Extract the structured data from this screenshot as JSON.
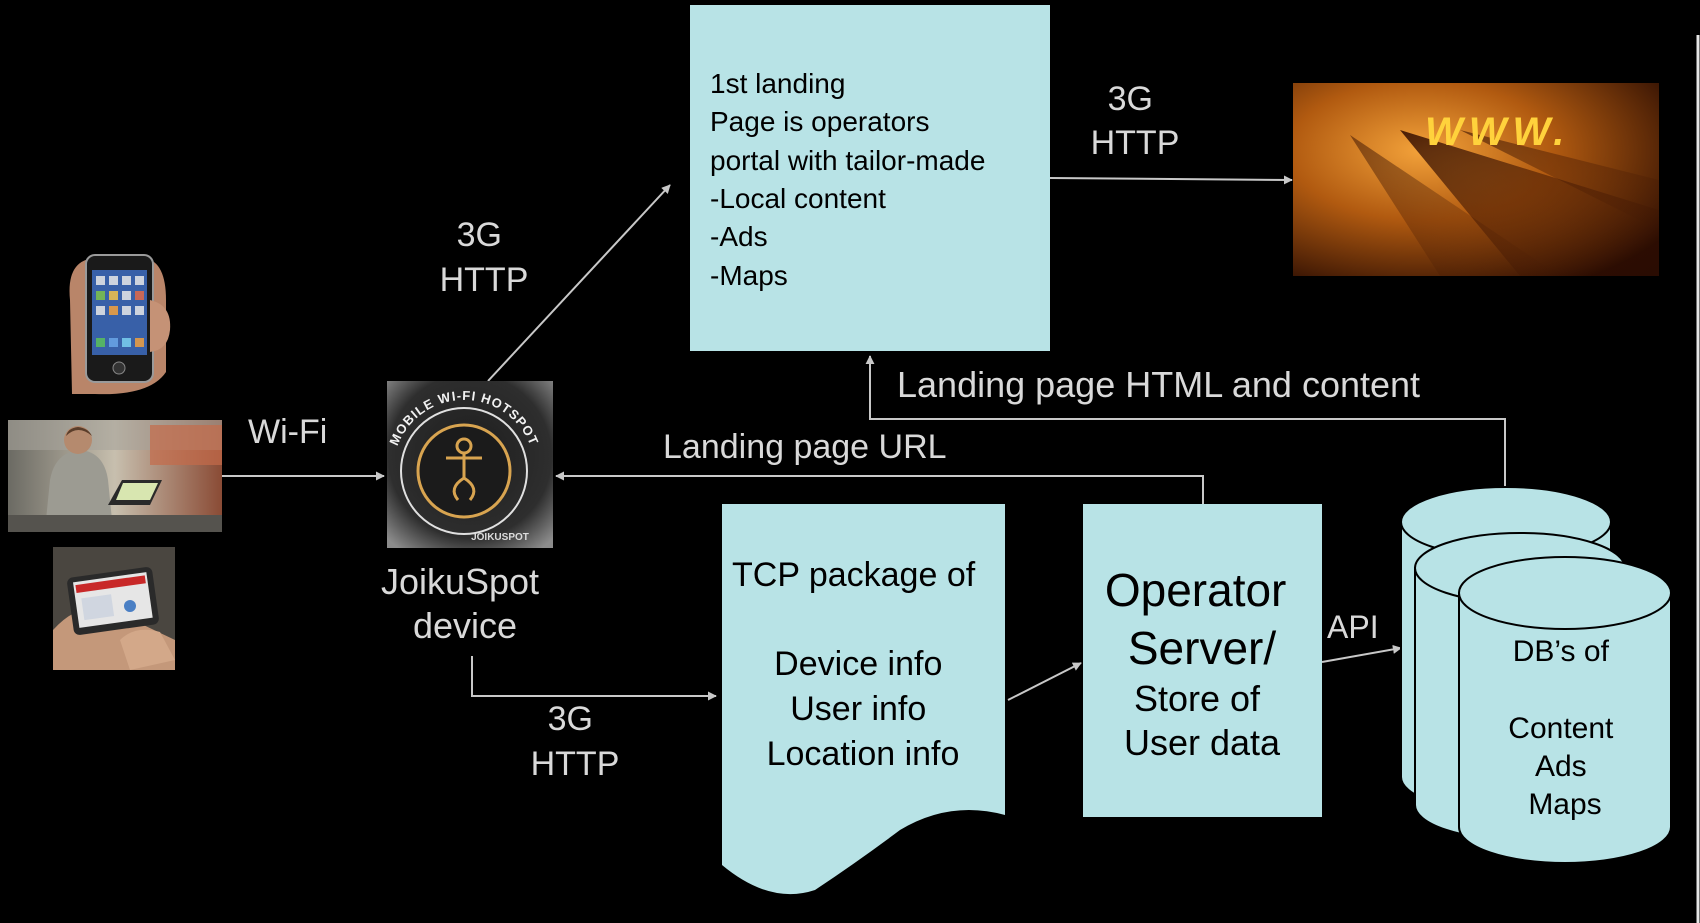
{
  "colors": {
    "background": "#000000",
    "box_fill": "#b8e3e6",
    "label_grey": "#d9d9d9",
    "arrow": "#c8c8c8"
  },
  "landing_box": {
    "lines": [
      "1st landing",
      "Page is operators",
      "portal with tailor-made",
      "-Local content",
      "-Ads",
      "-Maps"
    ]
  },
  "www_image": {
    "text": "WWW."
  },
  "labels": {
    "http_top_left": [
      "3G",
      "HTTP"
    ],
    "http_top_right": [
      "3G",
      "HTTP"
    ],
    "http_bottom": [
      "3G",
      "HTTP"
    ],
    "wifi": "Wi-Fi",
    "landing_html": "Landing page HTML and content",
    "landing_url": "Landing page URL",
    "api": "API",
    "device_caption": [
      "JoikuSpot",
      "device"
    ]
  },
  "hotspot_icon": {
    "ring_text": "MOBILE WI-FI HOTSPOT",
    "brand": "JOIKUSPOT"
  },
  "tcp_box": {
    "title": "TCP package of",
    "items": [
      "Device info",
      "User info",
      "Location info"
    ]
  },
  "operator_box": {
    "title_lines": [
      "Operator",
      "Server/"
    ],
    "sub_lines": [
      "Store of",
      "User data"
    ]
  },
  "db": {
    "title": "DB’s of",
    "items": [
      "Content",
      "Ads",
      "Maps"
    ]
  },
  "icons": [
    "smartphone-in-hand-icon",
    "man-with-laptop-icon",
    "handheld-browser-icon",
    "wifi-hotspot-logo-icon"
  ]
}
